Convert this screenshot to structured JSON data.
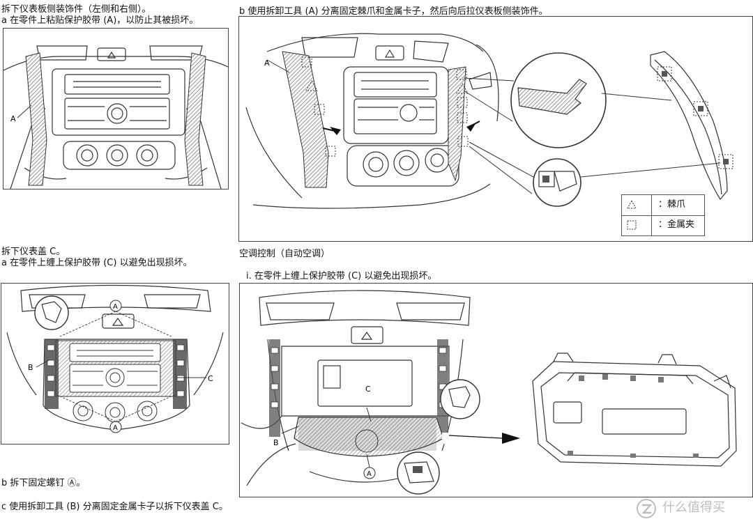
{
  "text": {
    "left_step1_title": "拆下仪表板侧装饰件（左侧和右侧）。",
    "left_step1_a": "a 在零件上粘贴保护胶带 (A)，以防止其被损坏。",
    "right_step1_b": "b 使用拆卸工具 (A) 分离固定棘爪和金属卡子，然后向后拉仪表板侧装饰件。",
    "left_step2_title": "拆下仪表盖 C。",
    "left_step2_a": "a 在零件上缠上保护胶带 (C) 以避免出现损坏。",
    "left_step2_b": "b 拆下固定螺钉 Ⓐ。",
    "left_step2_c": "c 使用拆卸工具 (B) 分离固定金属卡子以拆下仪表盖 C。",
    "right_step2_title": "空调控制（自动空调）",
    "right_step2_i": "i. 在零件上缠上保护胶带 (C) 以避免出现损坏。"
  },
  "figures": {
    "fig1": {
      "label_a": "A"
    },
    "fig2": {
      "label_a": "A"
    },
    "fig3": {
      "label_a": "A",
      "label_b": "B",
      "label_c": "C"
    },
    "fig4": {
      "label_a": "A",
      "label_b": "B",
      "label_c": "C"
    }
  },
  "legend": {
    "claw": "：棘爪",
    "clip": "：金属夹",
    "claw_icon": "triangle-dashed-icon",
    "clip_icon": "square-dashed-icon"
  },
  "watermark": {
    "text": "什么值得买",
    "icon": "zhi-logo"
  },
  "colors": {
    "line": "#333333",
    "hatch": "#888888",
    "watermark": "#bdbdbd"
  }
}
